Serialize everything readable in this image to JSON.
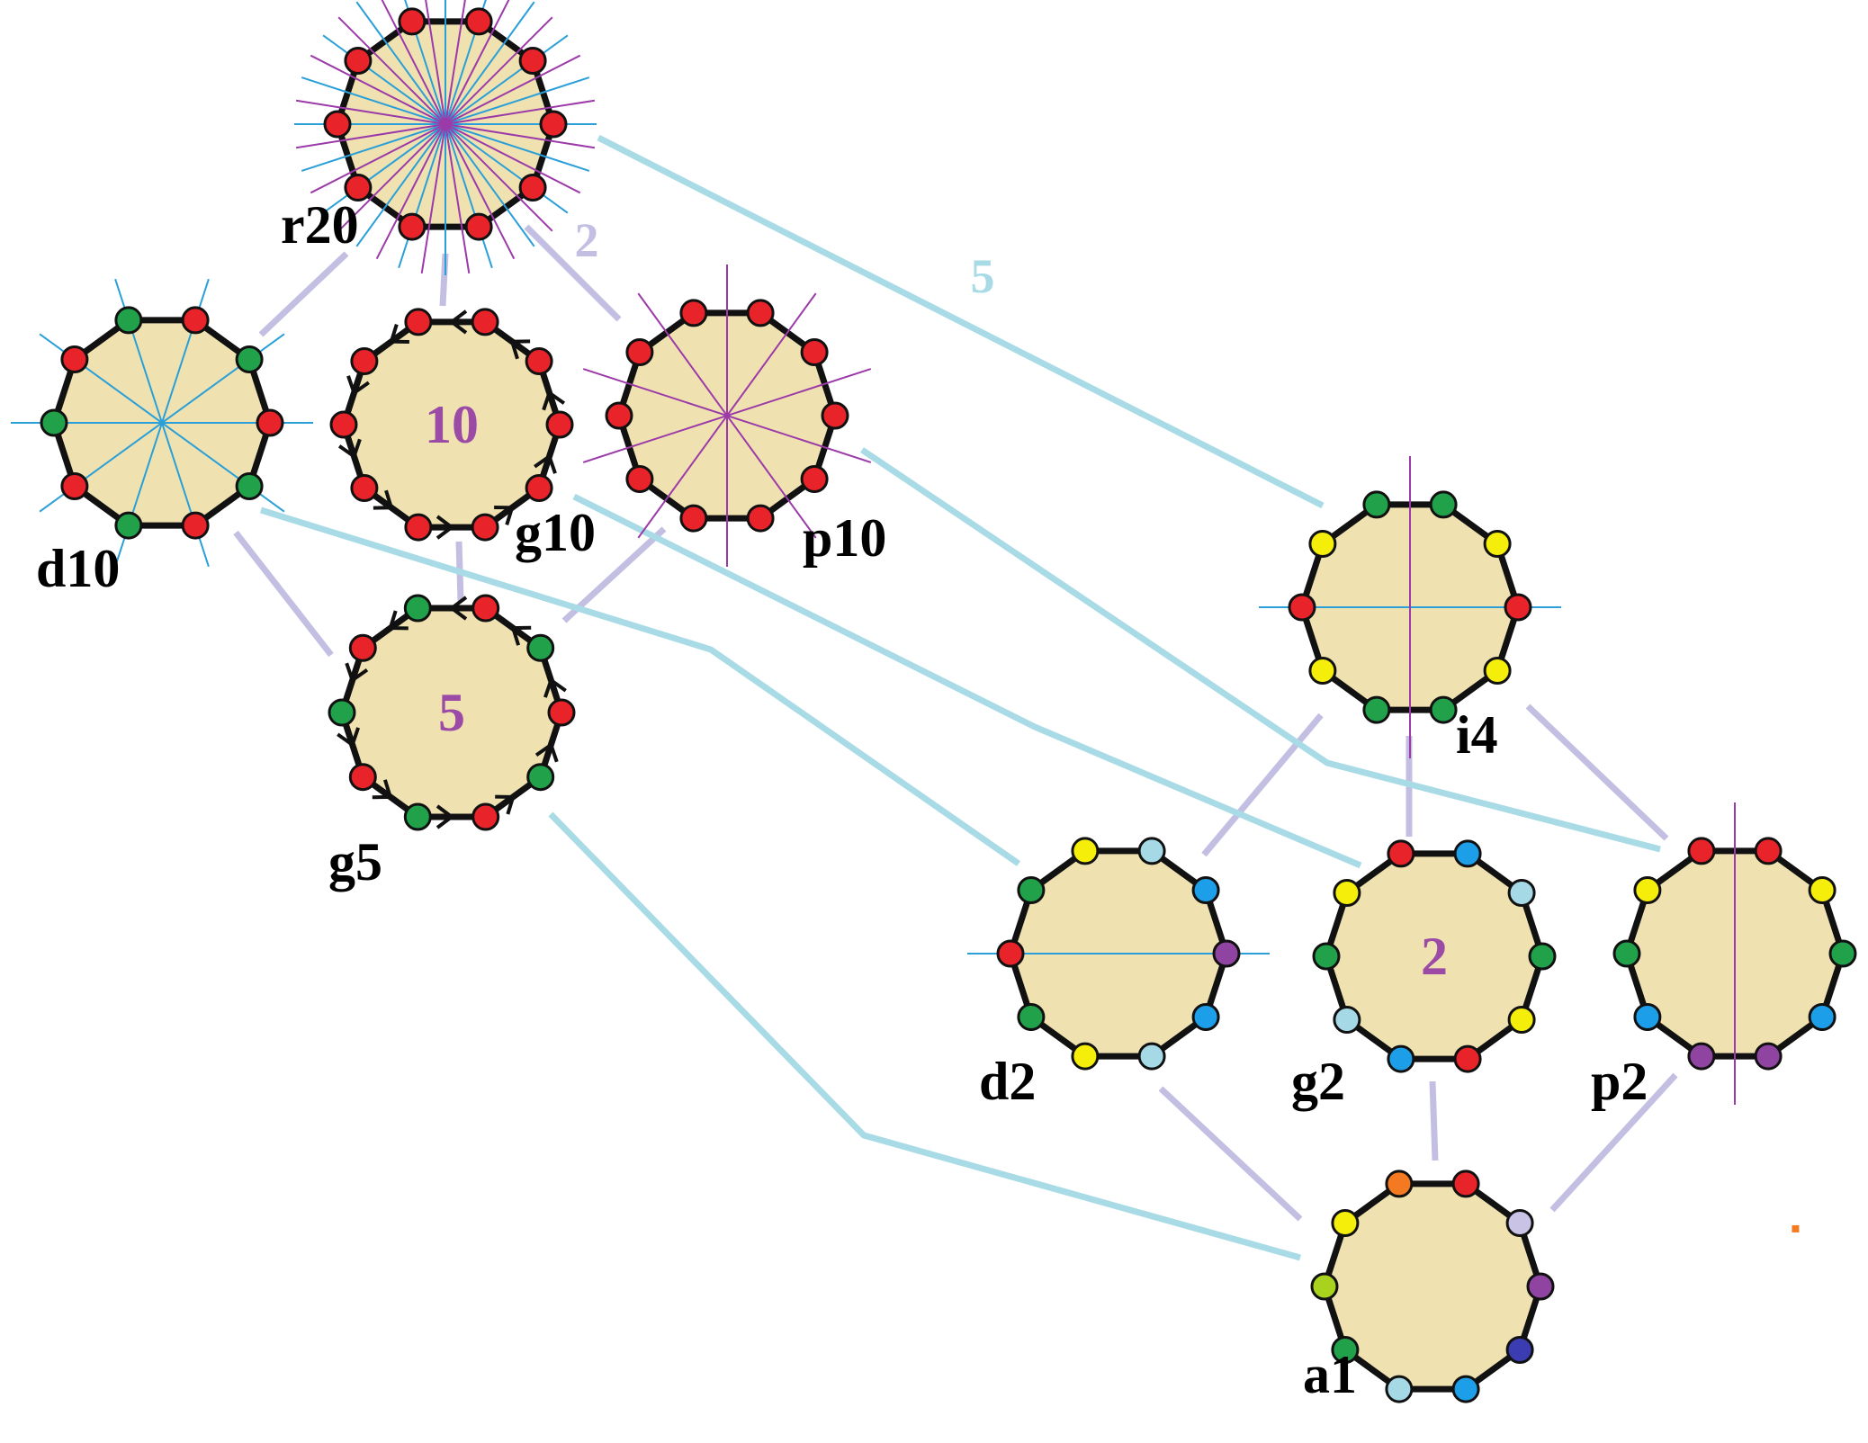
{
  "colors": {
    "fill": "#efe2b0",
    "edge_blue": "#a8dbe6",
    "edge_lavender": "#c3bfe2",
    "axis_blue": "#2a9fd8",
    "axis_purple": "#9b3aa8",
    "number": "#9b4aa6",
    "red": "#e8232a",
    "green": "#22a14b",
    "yellow": "#f4ee0a",
    "lightblue": "#a6d9e6",
    "blue": "#1d9ee8",
    "purple": "#8e44a0",
    "orange": "#f37a21",
    "lavender": "#c9c3e6",
    "lime": "#a8d21e",
    "darkblue": "#3b3cb2"
  },
  "edge_labels": [
    {
      "id": "edge-label-2",
      "text": "2"
    },
    {
      "id": "edge-label-5",
      "text": "5"
    }
  ],
  "nodes": [
    {
      "id": "r20",
      "label": "r20",
      "number": "",
      "axes": {
        "blue": [
          0,
          18,
          36,
          54,
          72,
          90,
          108,
          126,
          144,
          162
        ],
        "purple": [
          9,
          27,
          45,
          63,
          81,
          99,
          117,
          135,
          153,
          171
        ]
      },
      "arrows": "",
      "dots": [
        "red",
        "red",
        "red",
        "red",
        "red",
        "red",
        "red",
        "red",
        "red",
        "red"
      ]
    },
    {
      "id": "d10",
      "label": "d10",
      "number": "",
      "axes": {
        "blue": [
          0,
          36,
          72,
          108,
          144
        ],
        "purple": []
      },
      "arrows": "",
      "dots": [
        "red",
        "green",
        "red",
        "green",
        "red",
        "green",
        "red",
        "green",
        "red",
        "green"
      ]
    },
    {
      "id": "g10",
      "label": "g10",
      "number": "10",
      "axes": {
        "blue": [],
        "purple": []
      },
      "arrows": "ccw",
      "dots": [
        "red",
        "red",
        "red",
        "red",
        "red",
        "red",
        "red",
        "red",
        "red",
        "red"
      ]
    },
    {
      "id": "p10",
      "label": "p10",
      "number": "",
      "axes": {
        "blue": [],
        "purple": [
          18,
          54,
          90,
          126,
          162
        ]
      },
      "arrows": "",
      "dots": [
        "red",
        "red",
        "red",
        "red",
        "red",
        "red",
        "red",
        "red",
        "red",
        "red"
      ]
    },
    {
      "id": "g5",
      "label": "g5",
      "number": "5",
      "axes": {
        "blue": [],
        "purple": []
      },
      "arrows": "ccw",
      "dots": [
        "red",
        "green",
        "red",
        "green",
        "red",
        "green",
        "red",
        "green",
        "red",
        "green"
      ]
    },
    {
      "id": "i4",
      "label": "i4",
      "number": "",
      "axes": {
        "blue": [
          0
        ],
        "purple": [
          90
        ]
      },
      "arrows": "",
      "dots": [
        "red",
        "yellow",
        "green",
        "green",
        "yellow",
        "red",
        "yellow",
        "green",
        "green",
        "yellow"
      ]
    },
    {
      "id": "d2",
      "label": "d2",
      "number": "",
      "axes": {
        "blue": [
          0
        ],
        "purple": []
      },
      "arrows": "",
      "dots": [
        "purple",
        "blue",
        "lightblue",
        "yellow",
        "green",
        "red",
        "green",
        "yellow",
        "lightblue",
        "blue"
      ]
    },
    {
      "id": "g2",
      "label": "g2",
      "number": "2",
      "axes": {
        "blue": [],
        "purple": []
      },
      "arrows": "",
      "dots": [
        "green",
        "lightblue",
        "blue",
        "red",
        "yellow",
        "green",
        "lightblue",
        "blue",
        "red",
        "yellow"
      ]
    },
    {
      "id": "p2",
      "label": "p2",
      "number": "",
      "axes": {
        "blue": [],
        "purple": [
          90
        ]
      },
      "arrows": "",
      "dots": [
        "green",
        "yellow",
        "red",
        "red",
        "yellow",
        "green",
        "blue",
        "purple",
        "purple",
        "blue"
      ]
    },
    {
      "id": "a1",
      "label": "a1",
      "number": "",
      "axes": {
        "blue": [],
        "purple": []
      },
      "arrows": "",
      "dots": [
        "purple",
        "lavender",
        "red",
        "orange",
        "yellow",
        "lime",
        "green",
        "lightblue",
        "blue",
        "darkblue"
      ]
    }
  ]
}
